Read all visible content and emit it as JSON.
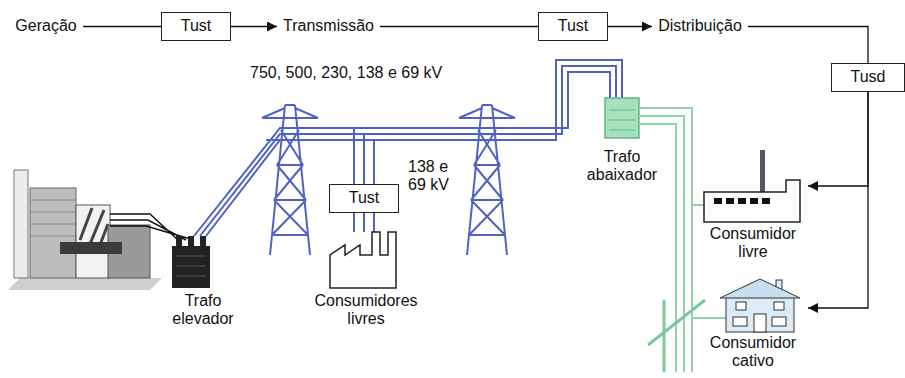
{
  "diagram": {
    "nodes": [
      {
        "text": [
          "Geração"
        ]
      },
      {
        "text": [
          "Tust"
        ]
      },
      {
        "text": [
          "Transmissão"
        ]
      },
      {
        "text": [
          "Tust"
        ]
      },
      {
        "text": [
          "Distribuição"
        ]
      },
      {
        "text": [
          "Tusd"
        ]
      },
      {
        "text": [
          "Tust"
        ]
      },
      {
        "text": [
          "Consumidor livre"
        ]
      },
      {
        "text": [
          "Consumidor cativo"
        ]
      }
    ],
    "edges": [
      {
        "from": 0,
        "to": 1,
        "arrow": "none"
      },
      {
        "from": 1,
        "to": 2,
        "arrow": "to"
      },
      {
        "from": 2,
        "to": 3,
        "arrow": "none"
      },
      {
        "from": 3,
        "to": 4,
        "arrow": "to"
      },
      {
        "from": 4,
        "to": 5,
        "arrow": "none"
      },
      {
        "from": 5,
        "to": 7,
        "arrow": "to"
      },
      {
        "from": 5,
        "to": 8,
        "arrow": "to"
      }
    ],
    "labels": [
      "750, 500, 230, 138 e 69 kV",
      "138 e 69 kV",
      "Trafo elevador",
      "Consumidores livres",
      "Trafo abaixador"
    ]
  }
}
